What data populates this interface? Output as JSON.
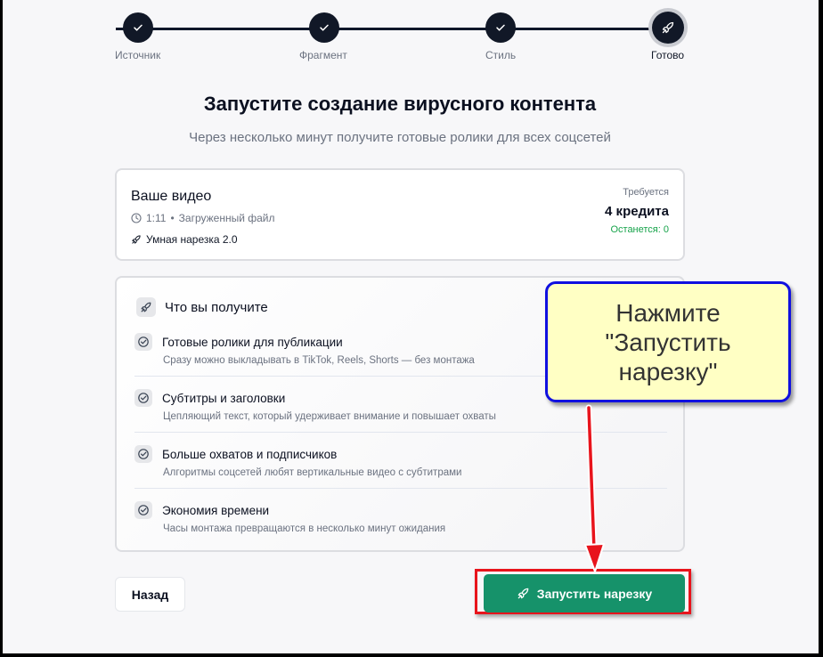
{
  "stepper": {
    "steps": [
      {
        "label": "Источник",
        "state": "done",
        "icon": "check-icon"
      },
      {
        "label": "Фрагмент",
        "state": "done",
        "icon": "check-icon"
      },
      {
        "label": "Стиль",
        "state": "done",
        "icon": "check-icon"
      },
      {
        "label": "Готово",
        "state": "active",
        "icon": "rocket-icon"
      }
    ]
  },
  "header": {
    "title": "Запустите создание вирусного контента",
    "subtitle": "Через несколько минут получите готовые ролики для всех соцсетей"
  },
  "video_card": {
    "title": "Ваше видео",
    "duration": "1:11",
    "separator": "•",
    "source": "Загруженный файл",
    "mode": "Умная нарезка 2.0",
    "required_label": "Требуется",
    "credits": "4 кредита",
    "remaining": "Останется: 0"
  },
  "benefits": {
    "heading": "Что вы получите",
    "items": [
      {
        "title": "Готовые ролики для публикации",
        "desc": "Сразу можно выкладывать в TikTok, Reels, Shorts — без монтажа"
      },
      {
        "title": "Субтитры и заголовки",
        "desc": "Цепляющий текст, который удерживает внимание и повышает охваты"
      },
      {
        "title": "Больше охватов и подписчиков",
        "desc": "Алгоритмы соцсетей любят вертикальные видео с субтитрами"
      },
      {
        "title": "Экономия времени",
        "desc": "Часы монтажа превращаются в несколько минут ожидания"
      }
    ]
  },
  "actions": {
    "back_label": "Назад",
    "start_label": "Запустить нарезку"
  },
  "annotation": {
    "line1": "Нажмите",
    "line2": "\"Запустить",
    "line3": "нарезку\""
  },
  "colors": {
    "accent_green": "#16926a",
    "dark": "#111827",
    "callout_bg": "#ffffc4",
    "callout_border": "#1010e0",
    "highlight_red": "#e8141c"
  }
}
